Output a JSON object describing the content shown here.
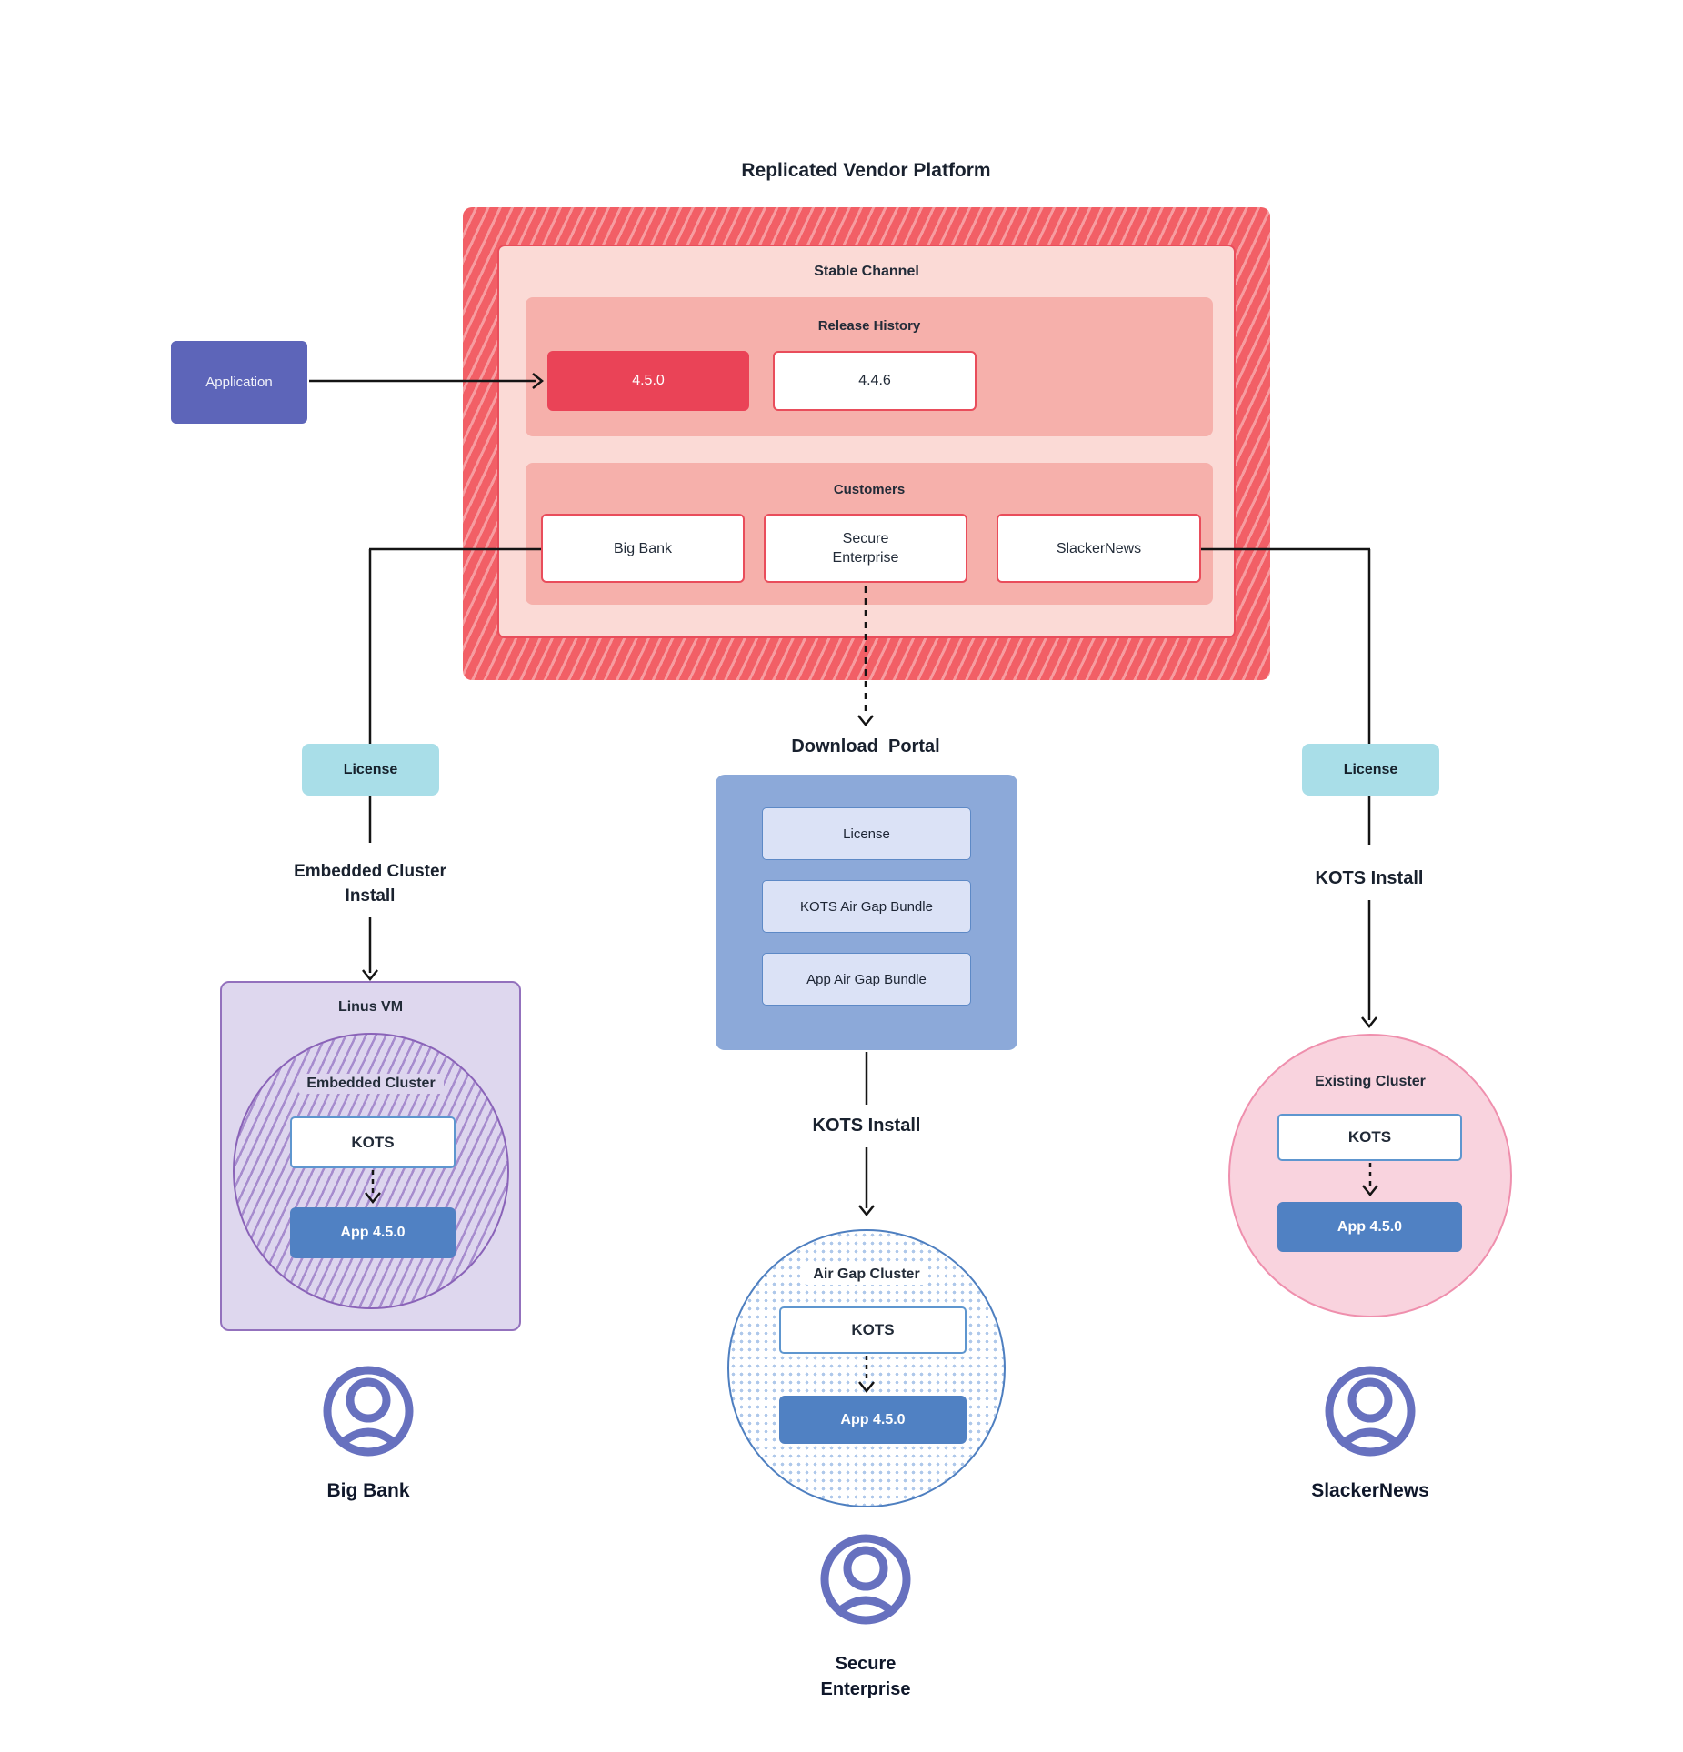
{
  "title": "Replicated Vendor Platform",
  "colors": {
    "platform_red": "#f25f66",
    "stable_pink": "#fbdad6",
    "salmon": "#f6b0ab",
    "current_release_red": "#ea4357",
    "application_purple": "#5d65b9",
    "license_teal": "#a9dee8",
    "portal_blue": "#8ca9d9",
    "portal_item_lavender": "#dbe2f6",
    "app_version_blue": "#5081c3",
    "vm_purple": "#ded7ee",
    "existing_cluster_pink": "#f9d3de",
    "user_icon_purple": "#6771bf"
  },
  "application": {
    "label": "Application"
  },
  "platform": {
    "stable_channel": {
      "label": "Stable Channel"
    },
    "release_history": {
      "label": "Release History",
      "releases": [
        "4.5.0",
        "4.4.6"
      ],
      "current_release": "4.5.0"
    },
    "customers": {
      "label": "Customers",
      "items": [
        "Big Bank",
        "Secure Enterprise",
        "SlackerNews"
      ]
    }
  },
  "big_bank_flow": {
    "license_label": "License",
    "install_label": "Embedded Cluster Install",
    "vm_label": "Linus VM",
    "cluster_label": "Embedded Cluster",
    "kots_label": "KOTS",
    "app_label": "App 4.5.0",
    "customer_label": "Big Bank"
  },
  "secure_enterprise_flow": {
    "portal_label": "Download  Portal",
    "portal_items": [
      "License",
      "KOTS Air Gap Bundle",
      "App Air Gap Bundle"
    ],
    "install_label": "KOTS Install",
    "cluster_label": "Air Gap Cluster",
    "kots_label": "KOTS",
    "app_label": "App 4.5.0",
    "customer_label": "Secure Enterprise"
  },
  "slackernews_flow": {
    "license_label": "License",
    "install_label": "KOTS Install",
    "cluster_label": "Existing Cluster",
    "kots_label": "KOTS",
    "app_label": "App 4.5.0",
    "customer_label": "SlackerNews"
  }
}
